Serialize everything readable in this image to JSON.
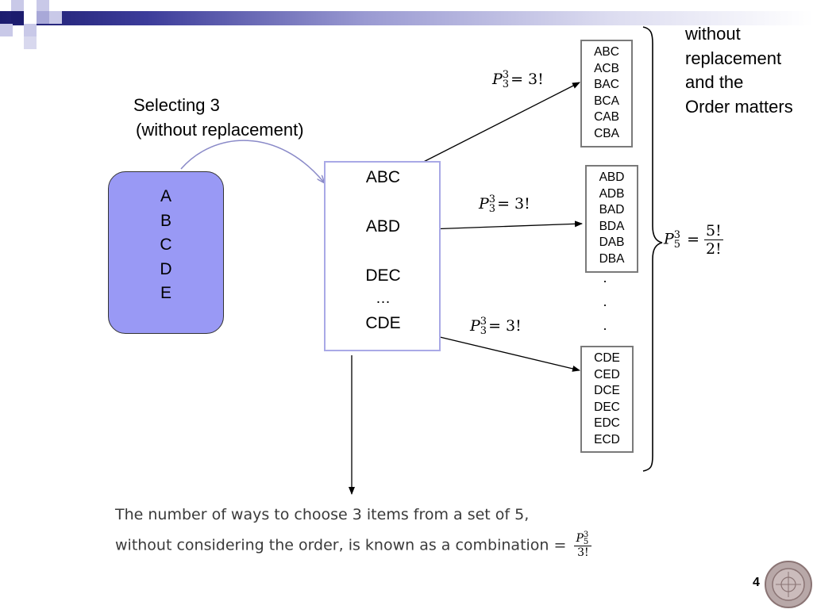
{
  "note": {
    "line1": "without",
    "line2": "replacement",
    "line3": "and the",
    "line4": "Order matters"
  },
  "selecting": {
    "line1": "Selecting 3",
    "line2": "(without replacement)"
  },
  "source_items": [
    "A",
    "B",
    "C",
    "D",
    "E"
  ],
  "selections": [
    "ABC",
    "ABD",
    "DEC",
    "…",
    "CDE"
  ],
  "perm_groups": [
    [
      "ABC",
      "ACB",
      "BAC",
      "BCA",
      "CAB",
      "CBA"
    ],
    [
      "ABD",
      "ADB",
      "BAD",
      "BDA",
      "DAB",
      "DBA"
    ],
    [
      "CDE",
      "CED",
      "DCE",
      "DEC",
      "EDC",
      "ECD"
    ]
  ],
  "ellipsis_dots": [
    ".",
    ".",
    "."
  ],
  "formula_small": {
    "P": "P",
    "sup": "3",
    "sub": "3",
    "rhs": "= 3!"
  },
  "formula_big": {
    "P": "P",
    "sup": "3",
    "sub": "5",
    "eq": "=",
    "num": "5!",
    "den": "2!"
  },
  "bottom": {
    "line1": "The number of ways to choose 3 items from a set of 5,",
    "line2": "without considering the order, is known as a combination =",
    "frac_P": "P",
    "frac_sup": "3",
    "frac_sub": "5",
    "frac_den": "3!"
  },
  "page_number": "4",
  "colors": {
    "source_fill": "#9999f5",
    "selection_border": "#a9a9e6",
    "header_dark": "#1c1c6e"
  }
}
